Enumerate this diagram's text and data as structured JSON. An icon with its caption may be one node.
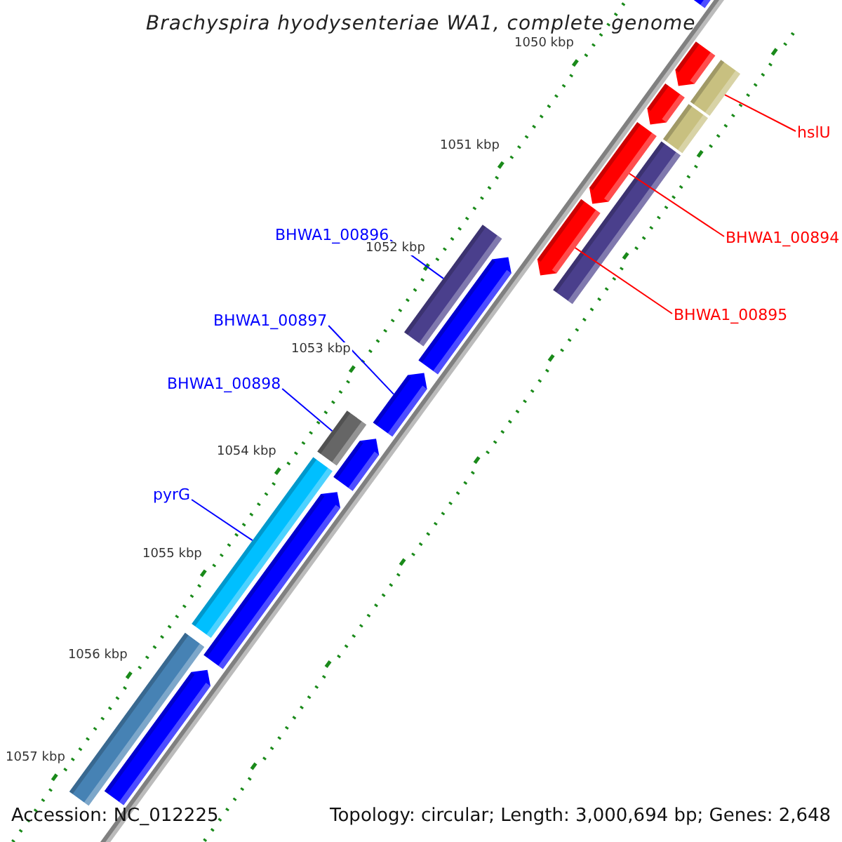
{
  "diagram": {
    "title": "Brachyspira hyodysenteriae WA1, complete genome",
    "nodes": [
      {
        "text": [
          "hslU"
        ]
      },
      {
        "text": [
          "BHWA1_00894"
        ]
      },
      {
        "text": [
          "BHWA1_00895"
        ]
      },
      {
        "text": [
          "BHWA1_00896"
        ]
      },
      {
        "text": [
          "BHWA1_00897"
        ]
      },
      {
        "text": [
          "BHWA1_00898"
        ]
      },
      {
        "text": [
          "pyrG"
        ]
      },
      {
        "text": [],
        "shape": "pentagon"
      },
      {
        "text": [],
        "shape": "pentagon"
      },
      {
        "text": [],
        "shape": "bar"
      },
      {
        "text": [],
        "shape": "pentagon"
      },
      {
        "text": [],
        "shape": "bar"
      },
      {
        "text": [],
        "shape": "pentagon"
      },
      {
        "text": [],
        "shape": "bar"
      },
      {
        "text": [],
        "shape": "pentagon"
      },
      {
        "text": [],
        "shape": "bar"
      },
      {
        "text": [],
        "shape": "pentagon"
      },
      {
        "text": [],
        "shape": "pentagon"
      },
      {
        "text": [],
        "shape": "bar"
      },
      {
        "text": [],
        "shape": "pentagon"
      },
      {
        "text": [],
        "shape": "bar"
      },
      {
        "text": [],
        "shape": "pentagon"
      },
      {
        "text": [],
        "shape": "bar"
      },
      {
        "text": [],
        "shape": "pentagon"
      }
    ],
    "edges": [
      {
        "from": 0,
        "to": 9,
        "arrow": "none",
        "color": "#ff0000"
      },
      {
        "from": 1,
        "to": 12,
        "arrow": "none",
        "color": "#ff0000"
      },
      {
        "from": 2,
        "to": 14,
        "arrow": "none",
        "color": "#ff0000"
      },
      {
        "from": 3,
        "to": 15,
        "arrow": "none"
      },
      {
        "from": 4,
        "to": 17,
        "arrow": "none"
      },
      {
        "from": 5,
        "to": 18,
        "arrow": "none"
      },
      {
        "from": 6,
        "to": 20,
        "arrow": "none"
      }
    ],
    "labels": [
      "1050 kbp",
      "1051 kbp",
      "1052 kbp",
      "1053 kbp",
      "1054 kbp",
      "1055 kbp",
      "1056 kbp",
      "1057 kbp",
      "Accession: NC_012225",
      "Topology: circular; Length: 3,000,694 bp; Genes: 2,648"
    ]
  }
}
